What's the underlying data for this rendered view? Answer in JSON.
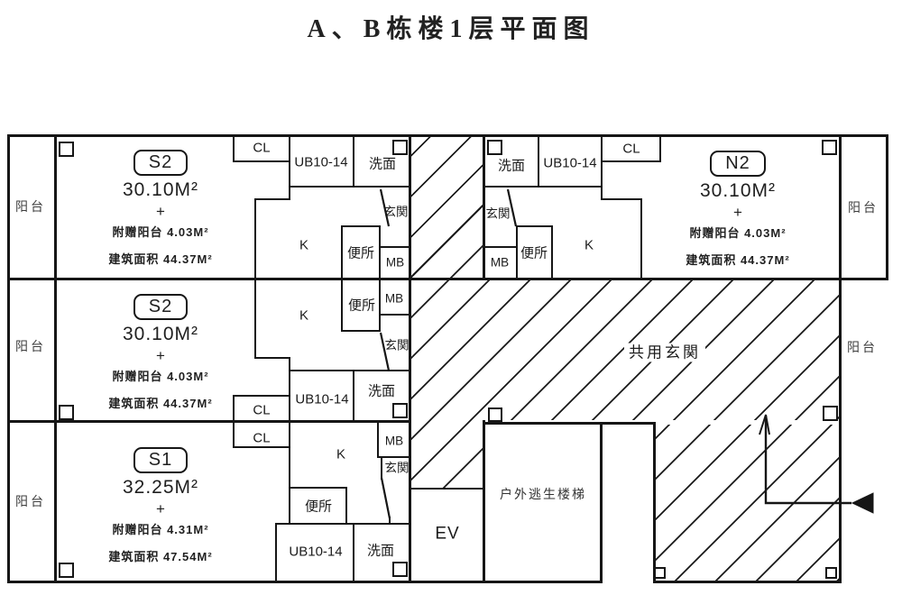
{
  "title": "A、B栋楼1层平面图",
  "labels": {
    "balcony": "阳台",
    "cl": "CL",
    "ub": "UB10-14",
    "washroom": "洗面",
    "entrance_hall": "玄関",
    "kitchen": "K",
    "toilet": "便所",
    "meter_box": "MB",
    "elevator": "EV",
    "shared_entrance": "共用玄関",
    "escape_stairs": "户外逃生楼梯"
  },
  "units": [
    {
      "label": "S2",
      "area": "30.10M²",
      "plus": "+",
      "bonus_balcony": "附赠阳台 4.03M²",
      "gross_area": "建筑面积 44.37M²"
    },
    {
      "label": "S2",
      "area": "30.10M²",
      "plus": "+",
      "bonus_balcony": "附赠阳台 4.03M²",
      "gross_area": "建筑面积 44.37M²"
    },
    {
      "label": "S1",
      "area": "32.25M²",
      "plus": "+",
      "bonus_balcony": "附赠阳台 4.31M²",
      "gross_area": "建筑面积 47.54M²"
    },
    {
      "label": "N2",
      "area": "30.10M²",
      "plus": "+",
      "bonus_balcony": "附赠阳台 4.03M²",
      "gross_area": "建筑面积 44.37M²"
    }
  ],
  "colors": {
    "line": "#161616",
    "text": "#1f1f1f",
    "background": "#ffffff"
  }
}
